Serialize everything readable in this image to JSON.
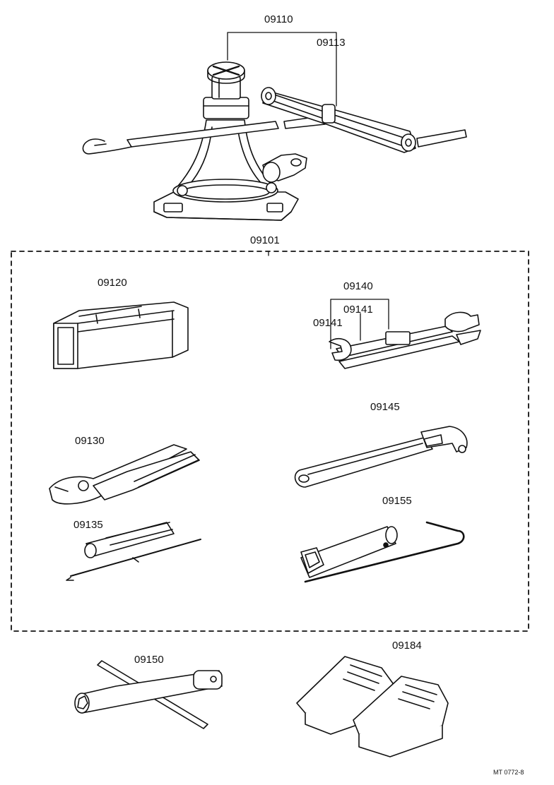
{
  "diagram": {
    "part_labels": {
      "jack": "09110",
      "jack_handle": "09113",
      "tool_set": "09101",
      "tool_bag": "09120",
      "spanner_set": "09140",
      "spanner_a": "09141",
      "spanner_b": "09141",
      "adjustable_wrench": "09145",
      "pliers": "09130",
      "spark_plug_wrench": "09155",
      "screwdriver": "09135",
      "wheel_nut_wrench": "09150",
      "wheel_chocks": "09184"
    },
    "figure_id": "MT 0772-8"
  }
}
